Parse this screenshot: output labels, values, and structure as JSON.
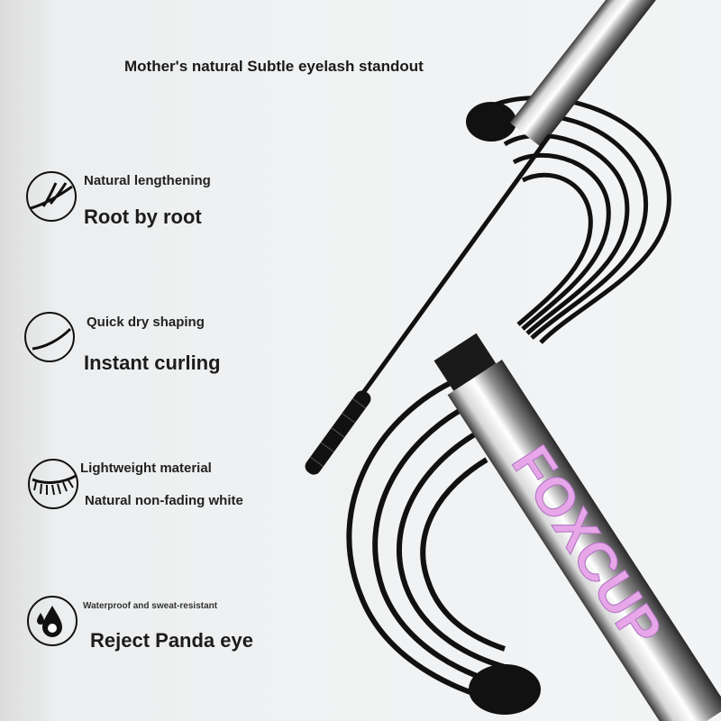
{
  "headline": "Mother's natural Subtle eyelash standout",
  "features": [
    {
      "icon": "eyelash-lengthening-icon",
      "subtitle": "Natural lengthening",
      "title": "Root by root"
    },
    {
      "icon": "curled-lash-icon",
      "subtitle": "Quick dry shaping",
      "title": "Instant curling"
    },
    {
      "icon": "closed-eye-lashes-icon",
      "subtitle": "Lightweight material",
      "title": "Natural non-fading white"
    },
    {
      "icon": "water-drop-icon",
      "subtitle": "Waterproof and sweat-resistant",
      "title": "Reject Panda eye"
    }
  ],
  "product": {
    "brand": "FOXCUP",
    "brand_color": "#e6a6e8",
    "mascara_color": "#111111"
  }
}
